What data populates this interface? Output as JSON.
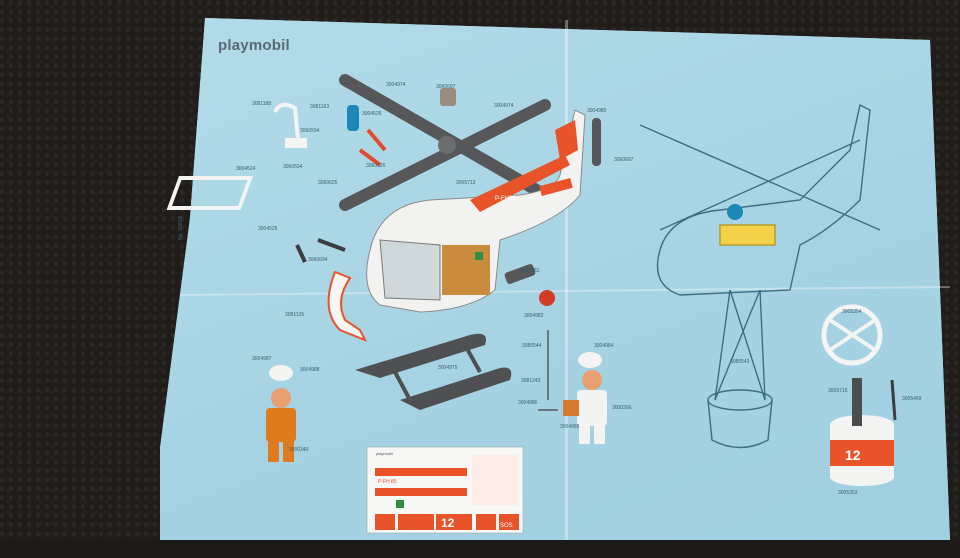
{
  "brand": "playmobil",
  "side_reference": "No. 3980/5",
  "parts": [
    {
      "id": "3081188",
      "label": "3081188"
    },
    {
      "id": "3081163",
      "label": "3081163"
    },
    {
      "id": "3004526",
      "label": "3004526"
    },
    {
      "id": "3004974",
      "label": "3004974"
    },
    {
      "id": "3060697",
      "label": "3060697"
    },
    {
      "id": "3004974b",
      "label": "3004974"
    },
    {
      "id": "3004980",
      "label": "3004980"
    },
    {
      "id": "3060594",
      "label": "3060594"
    },
    {
      "id": "3004524",
      "label": "3004524"
    },
    {
      "id": "3060594b",
      "label": "3060594"
    },
    {
      "id": "3060626",
      "label": "3060626"
    },
    {
      "id": "3060625",
      "label": "3060625"
    },
    {
      "id": "3005713",
      "label": "3005713"
    },
    {
      "id": "3060697b",
      "label": "3060697"
    },
    {
      "id": "3004525",
      "label": "3004525"
    },
    {
      "id": "3060694",
      "label": "3060694"
    },
    {
      "id": "3004981",
      "label": "3004981"
    },
    {
      "id": "3081135",
      "label": "3081135"
    },
    {
      "id": "3004982",
      "label": "3004982"
    },
    {
      "id": "3080544",
      "label": "3080544"
    },
    {
      "id": "3004984",
      "label": "3004984"
    },
    {
      "id": "3004987",
      "label": "3004987"
    },
    {
      "id": "3004988",
      "label": "3004988"
    },
    {
      "id": "3004979",
      "label": "3004979"
    },
    {
      "id": "3081243",
      "label": "3081243"
    },
    {
      "id": "3004986",
      "label": "3004986"
    },
    {
      "id": "3004985",
      "label": "3004985"
    },
    {
      "id": "3000266",
      "label": "3000266"
    },
    {
      "id": "3000340",
      "label": "3000340"
    },
    {
      "id": "3005354",
      "label": "3005354"
    },
    {
      "id": "3080543",
      "label": "3080543"
    },
    {
      "id": "3005715",
      "label": "3005715"
    },
    {
      "id": "3005469",
      "label": "3005469"
    },
    {
      "id": "3005353",
      "label": "3005353"
    }
  ],
  "helicopter_registration": "P-FH85",
  "sticker_sheet": {
    "brand": "playmobil",
    "registration": "P-FH 85",
    "number": "12",
    "sos": "SOS"
  },
  "bucket_number": "12",
  "colors": {
    "paper": "#a9d6e6",
    "rescue_orange": "#e8532a",
    "rotor_gray": "#555759",
    "line_blue": "#3d6f82"
  }
}
